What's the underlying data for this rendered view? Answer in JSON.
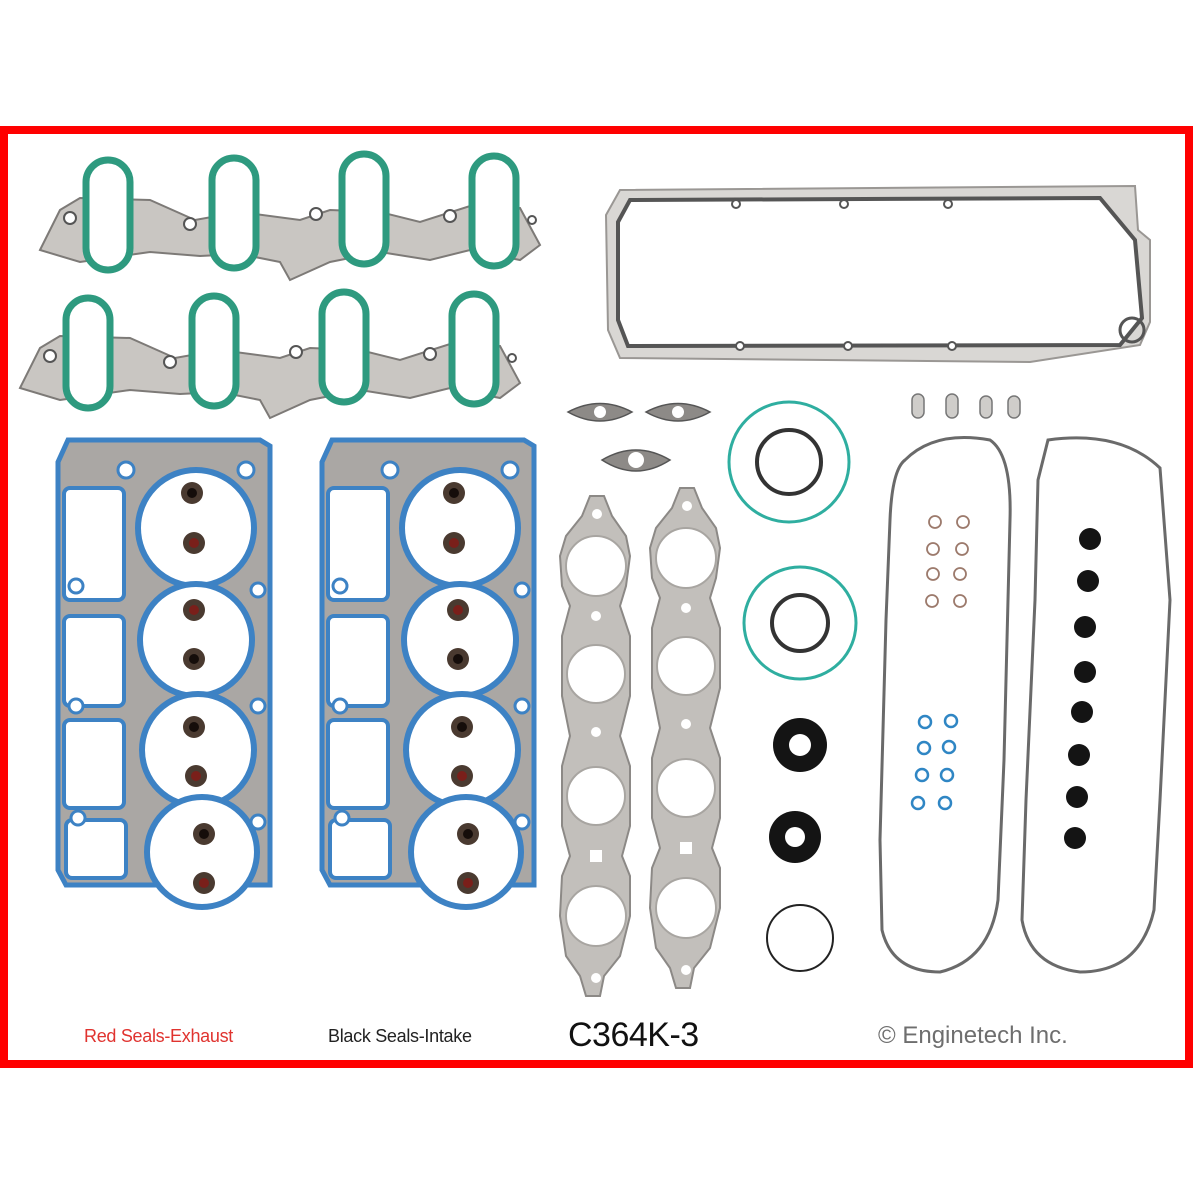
{
  "image": {
    "frame_color": "#ff0000",
    "background": "#ffffff"
  },
  "captions": {
    "red_seals": "Red Seals-Exhaust",
    "black_seals": "Black Seals-Intake",
    "part_number": "C364K-3",
    "copyright": "© Enginetech Inc."
  },
  "colors": {
    "red_seals_text": "#e0332f",
    "intake_seal_green": "#2e9a7f",
    "head_gasket_blue": "#3d82c4",
    "steel_gray": "#b5b3b0",
    "rubber_black": "#1a1a1a"
  },
  "components": [
    {
      "name": "intake-manifold-gasket",
      "count": 2,
      "color": "green/steel"
    },
    {
      "name": "valley-cover-gasket",
      "count": 1,
      "color": "steel"
    },
    {
      "name": "cylinder-head-gasket",
      "count": 2,
      "color": "blue"
    },
    {
      "name": "valve-stem-seal",
      "count": 16,
      "color": "red/black"
    },
    {
      "name": "egr-gasket",
      "count": 3,
      "color": "steel"
    },
    {
      "name": "exhaust-manifold-gasket",
      "count": 2,
      "color": "steel"
    },
    {
      "name": "throttle-body-seal",
      "count": 2,
      "color": "green/black"
    },
    {
      "name": "rubber-grommet",
      "count": 2,
      "color": "black"
    },
    {
      "name": "o-ring",
      "count": 1,
      "color": "black"
    },
    {
      "name": "tab-seal",
      "count": 4,
      "color": "steel"
    },
    {
      "name": "valve-cover-gasket",
      "count": 2,
      "color": "gray"
    },
    {
      "name": "small-o-ring-brown",
      "count": 8,
      "color": "brown"
    },
    {
      "name": "small-o-ring-blue",
      "count": 8,
      "color": "blue"
    },
    {
      "name": "valve-cover-grommet",
      "count": 8,
      "color": "black"
    }
  ]
}
